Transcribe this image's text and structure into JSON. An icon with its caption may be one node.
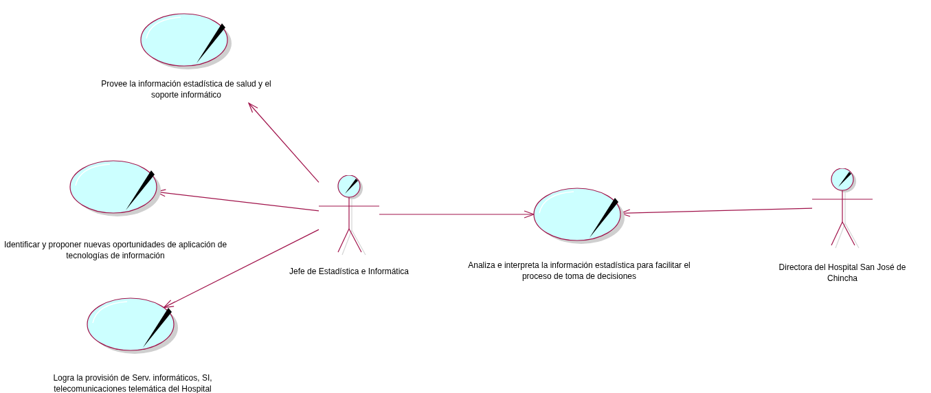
{
  "diagram": {
    "nodes": [
      {
        "text": [
          "Provee la información estadística de salud y el soporte informático"
        ]
      },
      {
        "text": [
          "Identificar y proponer nuevas oportunidades de aplicación de tecnologías de información"
        ]
      },
      {
        "text": [
          "Jefe de Estadística e Informática"
        ]
      },
      {
        "text": [
          "Analiza e interpreta la información estadística para facilitar el proceso de toma de decisiones"
        ]
      },
      {
        "text": [
          "Directora del Hospital San José de Chincha"
        ]
      },
      {
        "text": [
          "Logra la provisión de Serv. informáticos, SI, telecomunicaciones telemática del Hospital"
        ]
      }
    ],
    "edges": [
      {
        "from": 2,
        "to": 0,
        "arrow": "to"
      },
      {
        "from": 2,
        "to": 1,
        "arrow": "to"
      },
      {
        "from": 2,
        "to": 3,
        "arrow": "to"
      },
      {
        "from": 2,
        "to": 5,
        "arrow": "to"
      },
      {
        "from": 4,
        "to": 3,
        "arrow": "to"
      }
    ]
  }
}
